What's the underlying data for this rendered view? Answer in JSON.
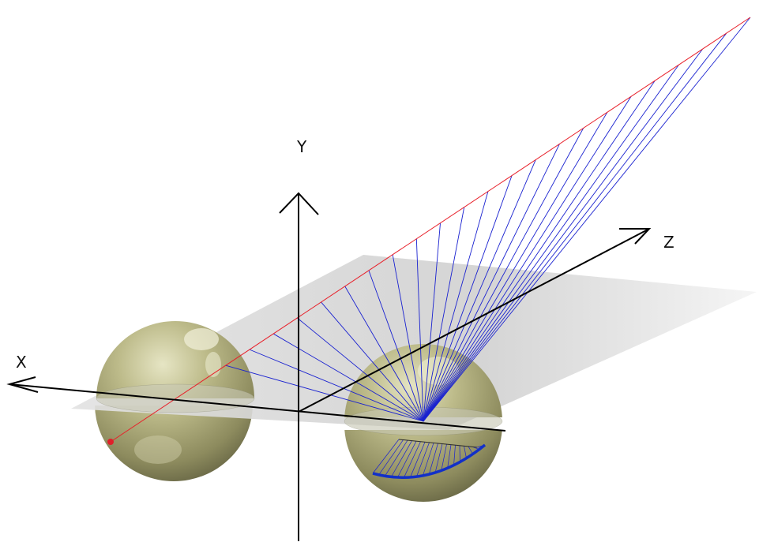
{
  "axes": {
    "x_label": "X",
    "y_label": "Y",
    "z_label": "Z"
  },
  "colors": {
    "axis": "#000000",
    "ray_line": "#e8202a",
    "projection_lines": "#1a22d0",
    "projected_arc": "#1230c8",
    "sphere_light": "#d7d6ae",
    "sphere_mid": "#a8a676",
    "sphere_dark": "#6f6e4b",
    "plane": "#dadada"
  },
  "icons": {
    "marker": "red-dot-icon"
  }
}
